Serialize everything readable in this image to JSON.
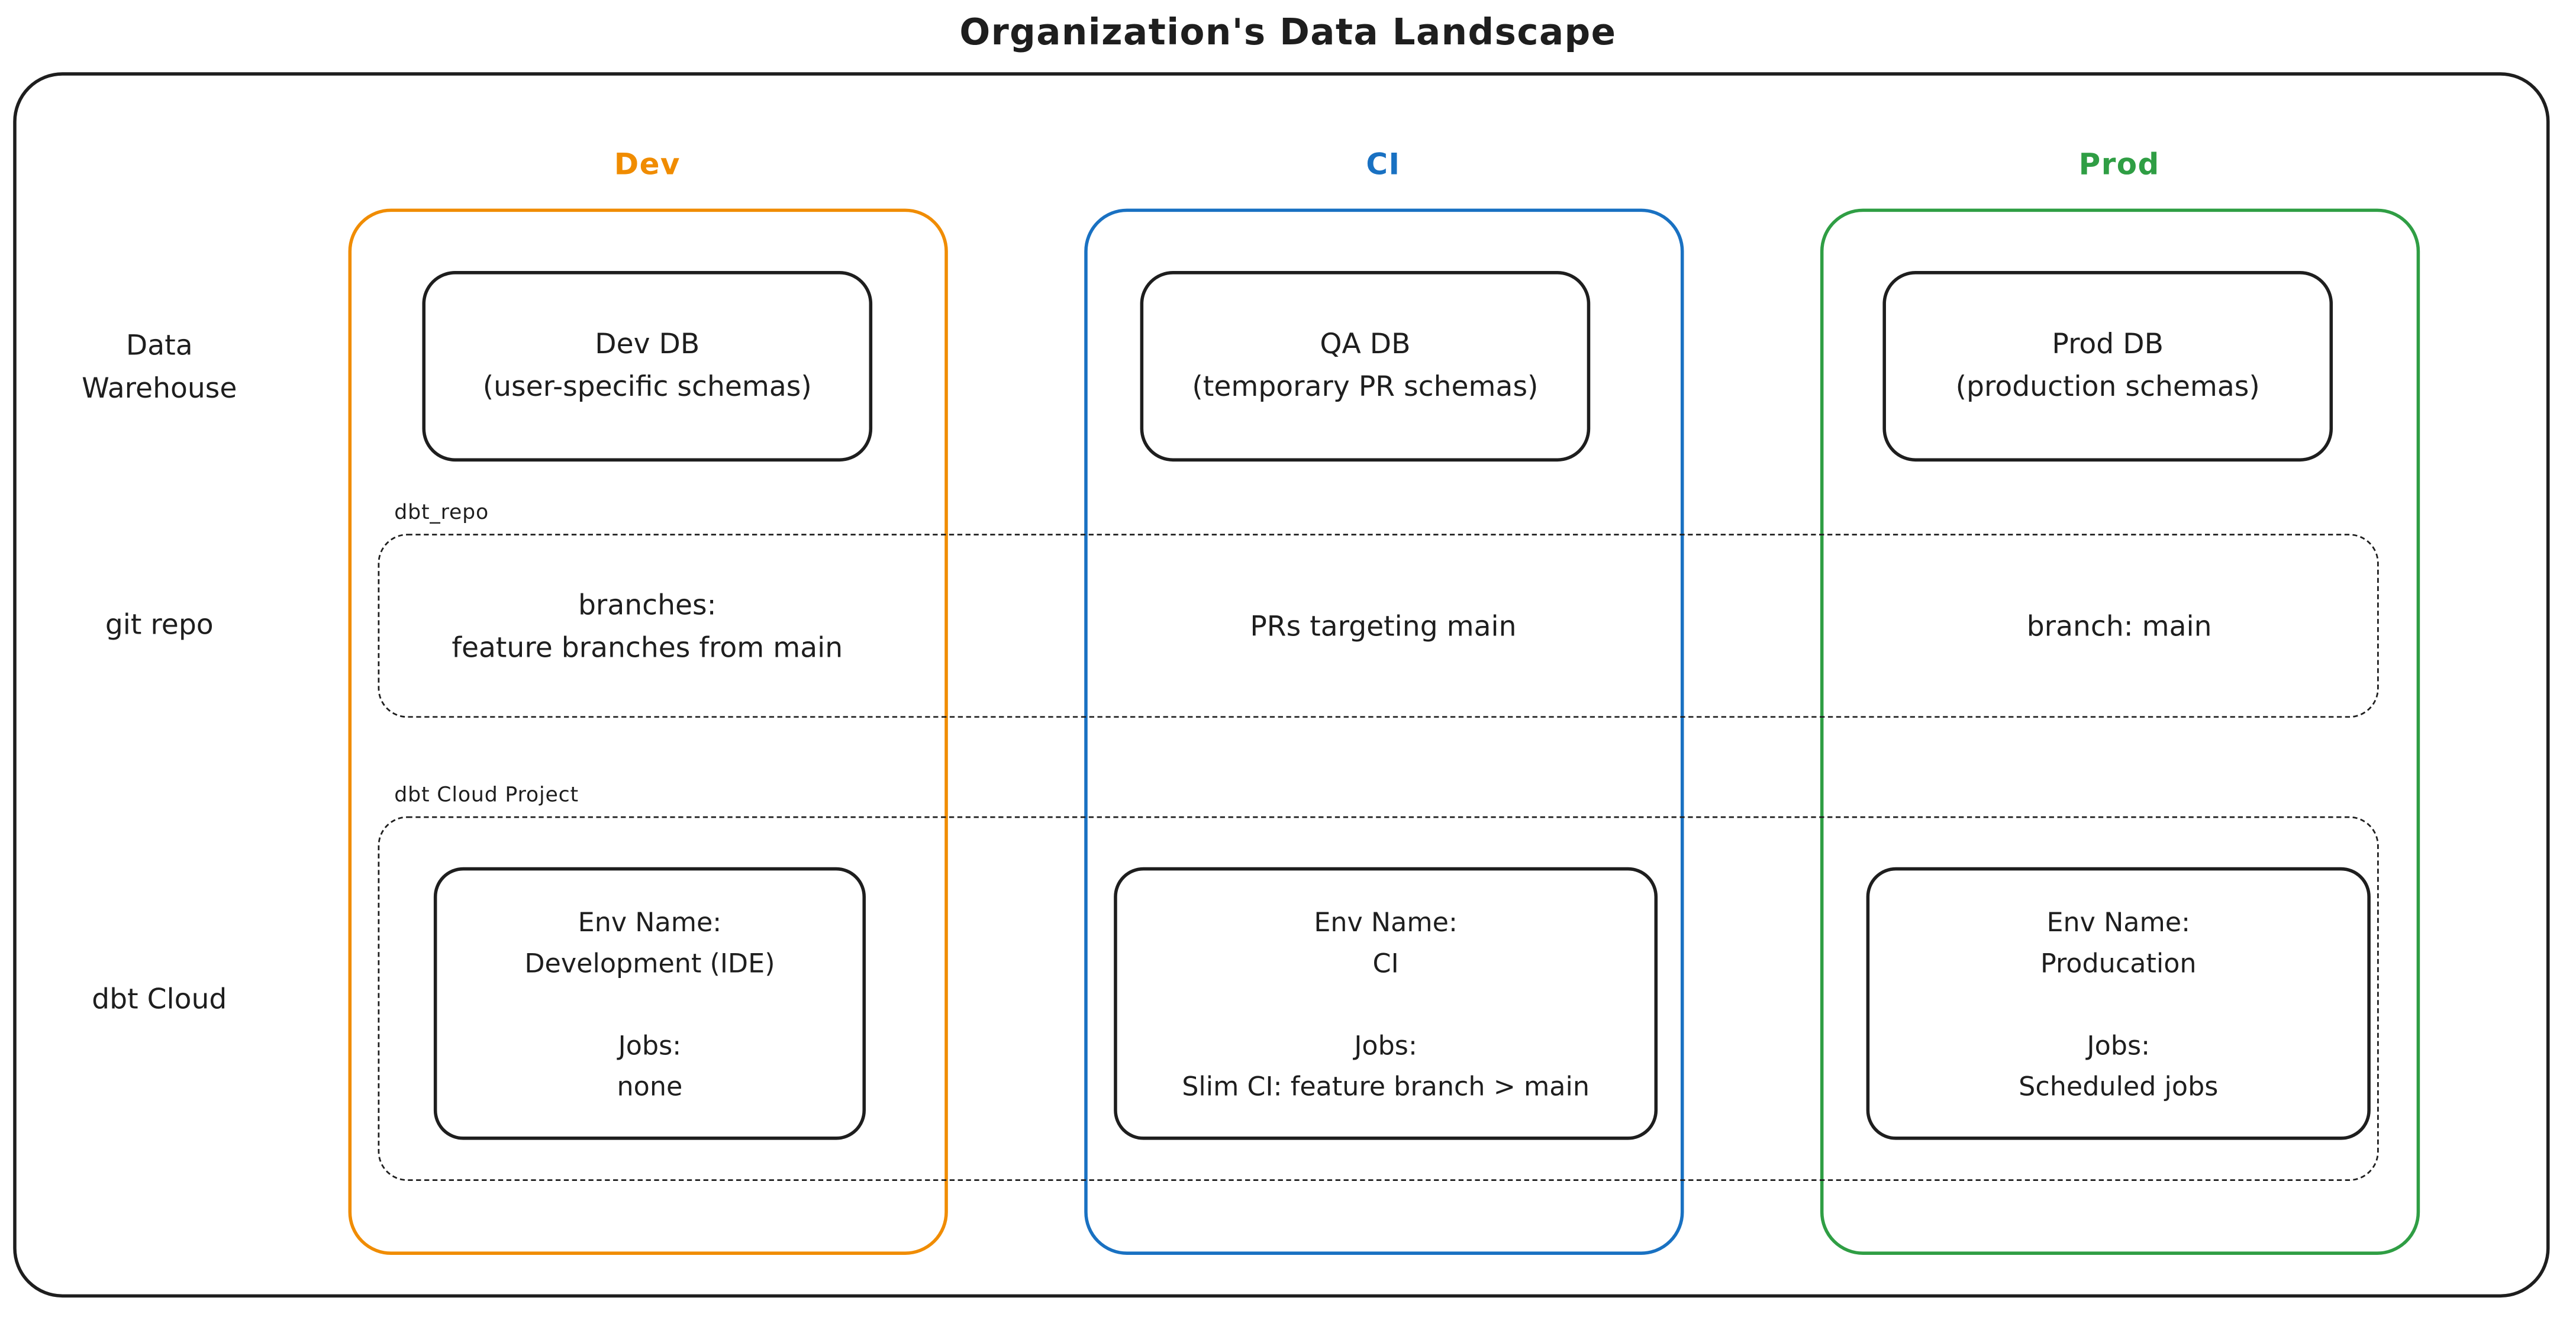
{
  "title": "Organization's Data Landscape",
  "colors": {
    "dev": "#f08c00",
    "ci": "#1971c2",
    "prod": "#2f9e44",
    "stroke": "#1e1e1e",
    "background": "#ffffff"
  },
  "columns": [
    {
      "id": "dev",
      "label": "Dev"
    },
    {
      "id": "ci",
      "label": "CI"
    },
    {
      "id": "prod",
      "label": "Prod"
    }
  ],
  "row_labels": {
    "warehouse_line1": "Data",
    "warehouse_line2": "Warehouse",
    "git_repo": "git repo",
    "dbt_cloud": "dbt Cloud"
  },
  "warehouse": {
    "dev": {
      "line1": "Dev DB",
      "line2": "(user-specific schemas)"
    },
    "ci": {
      "line1": "QA DB",
      "line2": "(temporary PR schemas)"
    },
    "prod": {
      "line1": "Prod DB",
      "line2": "(production schemas)"
    }
  },
  "git_repo": {
    "container_label": "dbt_repo",
    "dev_line1": "branches:",
    "dev_line2": "feature branches from main",
    "ci": "PRs targeting main",
    "prod": "branch: main"
  },
  "dbt_cloud": {
    "container_label": "dbt Cloud Project",
    "dev": {
      "env_label": "Env Name:",
      "env": "Development (IDE)",
      "jobs_label": "Jobs:",
      "jobs": "none"
    },
    "ci": {
      "env_label": "Env Name:",
      "env": "CI",
      "jobs_label": "Jobs:",
      "jobs": "Slim CI: feature branch > main"
    },
    "prod": {
      "env_label": "Env Name:",
      "env": "Producation",
      "jobs_label": "Jobs:",
      "jobs": "Scheduled jobs"
    }
  }
}
